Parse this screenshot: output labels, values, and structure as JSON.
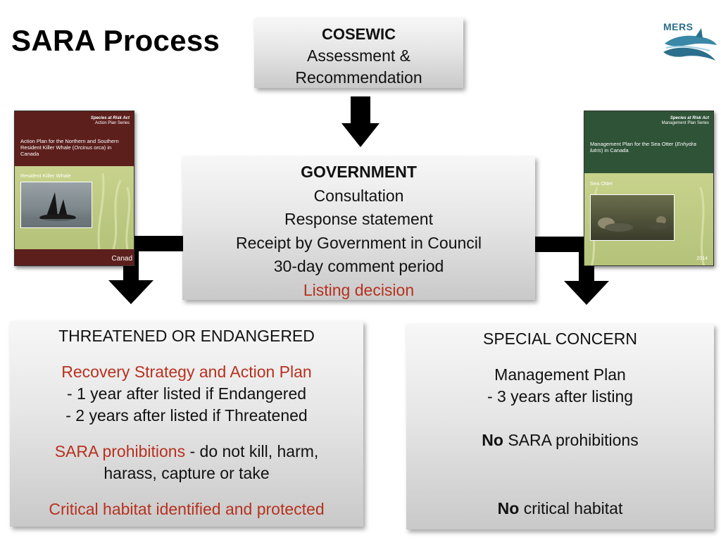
{
  "title": "SARA Process",
  "logo": {
    "text": "MERS"
  },
  "cosewic": {
    "heading": "COSEWIC",
    "lines": [
      "Assessment &",
      "Recommendation"
    ]
  },
  "government": {
    "heading": "GOVERNMENT",
    "lines": [
      "Consultation",
      "Response statement",
      "Receipt by Government in Council",
      "30-day comment period"
    ],
    "decision": "Listing decision"
  },
  "threatened": {
    "heading": "THREATENED OR ENDANGERED",
    "recovery": "Recovery Strategy and Action Plan",
    "recovery_lines": [
      "- 1 year after listed if Endangered",
      "- 2 years after listed if Threatened"
    ],
    "prohibitions_label": "SARA prohibitions",
    "prohibitions_rest": " - do not kill, harm,",
    "prohibitions_line2": "harass, capture or take",
    "habitat": "Critical habitat identified and protected"
  },
  "special": {
    "heading": "SPECIAL CONCERN",
    "plan": "Management Plan",
    "plan_line": "- 3 years after listing",
    "no1_bold": "No",
    "no1_rest": " SARA prohibitions",
    "no2_bold": "No",
    "no2_rest": " critical habitat"
  },
  "cover_left": {
    "series_title": "Species at Risk Act",
    "series_sub": "Action Plan Series",
    "title_pre": "Action Plan for the Northern and Southern Resident Killer Whale (",
    "title_italic": "Orcinus orca",
    "title_post": ") in Canada",
    "band_label": "Resident Killer Whale",
    "footer": "Canad"
  },
  "cover_right": {
    "series_title": "Species at Risk Act",
    "series_sub": "Management Plan Series",
    "title_pre": "Management Plan for the Sea Otter (",
    "title_italic": "Enhydra lutris",
    "title_post": ") in Canada",
    "band_label": "Sea Otter",
    "footer": "2014"
  },
  "colors": {
    "accent_red": "#b7311f",
    "box_gradient_top": "#f7f7f7",
    "box_gradient_bottom": "#c9c9c9",
    "left_cover": "#5c1f1c",
    "right_cover": "#2f5337",
    "logo_blue": "#2b6f8c"
  }
}
